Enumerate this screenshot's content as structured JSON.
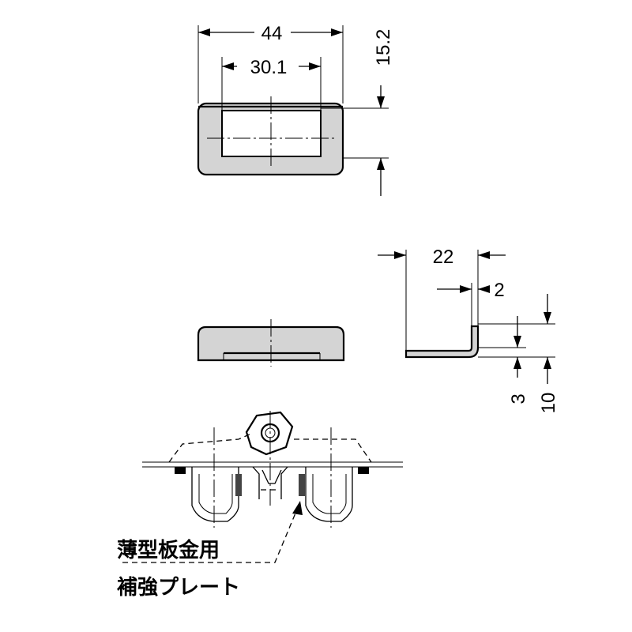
{
  "dimensions": {
    "top_view_outer_width": "44",
    "top_view_opening_width": "30.1",
    "top_view_height": "15.2",
    "side_view_length": "22",
    "side_view_thickness": "2",
    "side_view_small_height": "3",
    "side_view_total_height": "10"
  },
  "note": {
    "line1": "薄型板金用",
    "line2": "補強プレート"
  },
  "colors": {
    "part_fill": "#d4d4d4",
    "line": "#000000",
    "background": "#ffffff"
  }
}
